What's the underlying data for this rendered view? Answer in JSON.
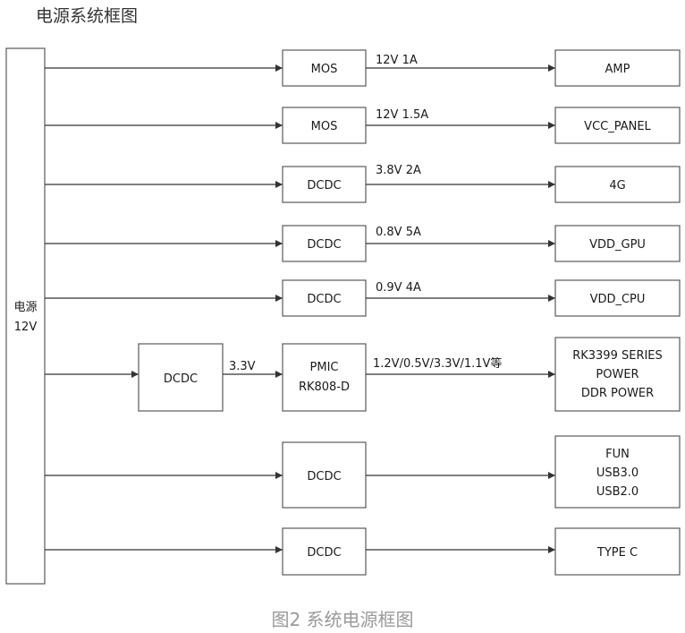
{
  "title": "电源系统框图",
  "caption": "图2 系统电源框图",
  "source": {
    "label_line1": "电源",
    "label_line2": "12V"
  },
  "pre_converter": {
    "label": "DCDC",
    "output_label": "3.3V"
  },
  "rows": [
    {
      "converter": "MOS",
      "converter_line2": "",
      "spec": "12V 1A",
      "load": [
        "AMP"
      ]
    },
    {
      "converter": "MOS",
      "converter_line2": "",
      "spec": "12V 1.5A",
      "load": [
        "VCC_PANEL"
      ]
    },
    {
      "converter": "DCDC",
      "converter_line2": "",
      "spec": "3.8V 2A",
      "load": [
        "4G"
      ]
    },
    {
      "converter": "DCDC",
      "converter_line2": "",
      "spec": "0.8V 5A",
      "load": [
        "VDD_GPU"
      ]
    },
    {
      "converter": "DCDC",
      "converter_line2": "",
      "spec": "0.9V 4A",
      "load": [
        "VDD_CPU"
      ]
    },
    {
      "converter": "PMIC",
      "converter_line2": "RK808-D",
      "spec": "1.2V/0.5V/3.3V/1.1V等",
      "load": [
        "RK3399 SERIES",
        "POWER",
        "DDR POWER"
      ]
    },
    {
      "converter": "DCDC",
      "converter_line2": "",
      "spec": "",
      "load": [
        "FUN",
        "USB3.0",
        "USB2.0"
      ]
    },
    {
      "converter": "DCDC",
      "converter_line2": "",
      "spec": "",
      "load": [
        "TYPE C"
      ]
    }
  ]
}
